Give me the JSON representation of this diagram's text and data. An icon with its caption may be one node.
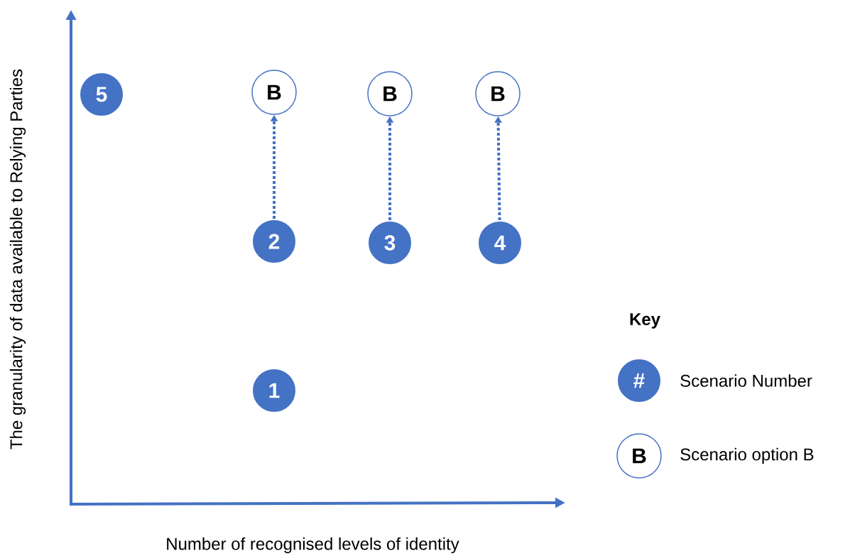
{
  "diagram": {
    "nodes": [
      {
        "text": [
          "5"
        ]
      },
      {
        "text": [
          "B"
        ]
      },
      {
        "text": [
          "B"
        ]
      },
      {
        "text": [
          "B"
        ]
      },
      {
        "text": [
          "2"
        ]
      },
      {
        "text": [
          "3"
        ]
      },
      {
        "text": [
          "4"
        ]
      },
      {
        "text": [
          "1"
        ]
      },
      {
        "text": [
          "#"
        ],
        "beside": [
          "Scenario Number"
        ]
      },
      {
        "text": [
          "B"
        ],
        "beside": [
          "Scenario option B"
        ]
      }
    ],
    "edges": [
      {
        "from": 4,
        "to": 1,
        "arrow": "to",
        "style": "dashed"
      },
      {
        "from": 5,
        "to": 2,
        "arrow": "to",
        "style": "dashed"
      },
      {
        "from": 6,
        "to": 3,
        "arrow": "to",
        "style": "dashed"
      }
    ],
    "labels": [
      "The granularity of data available to Relying Parties",
      "Number of recognised levels of identity",
      "Key"
    ]
  }
}
